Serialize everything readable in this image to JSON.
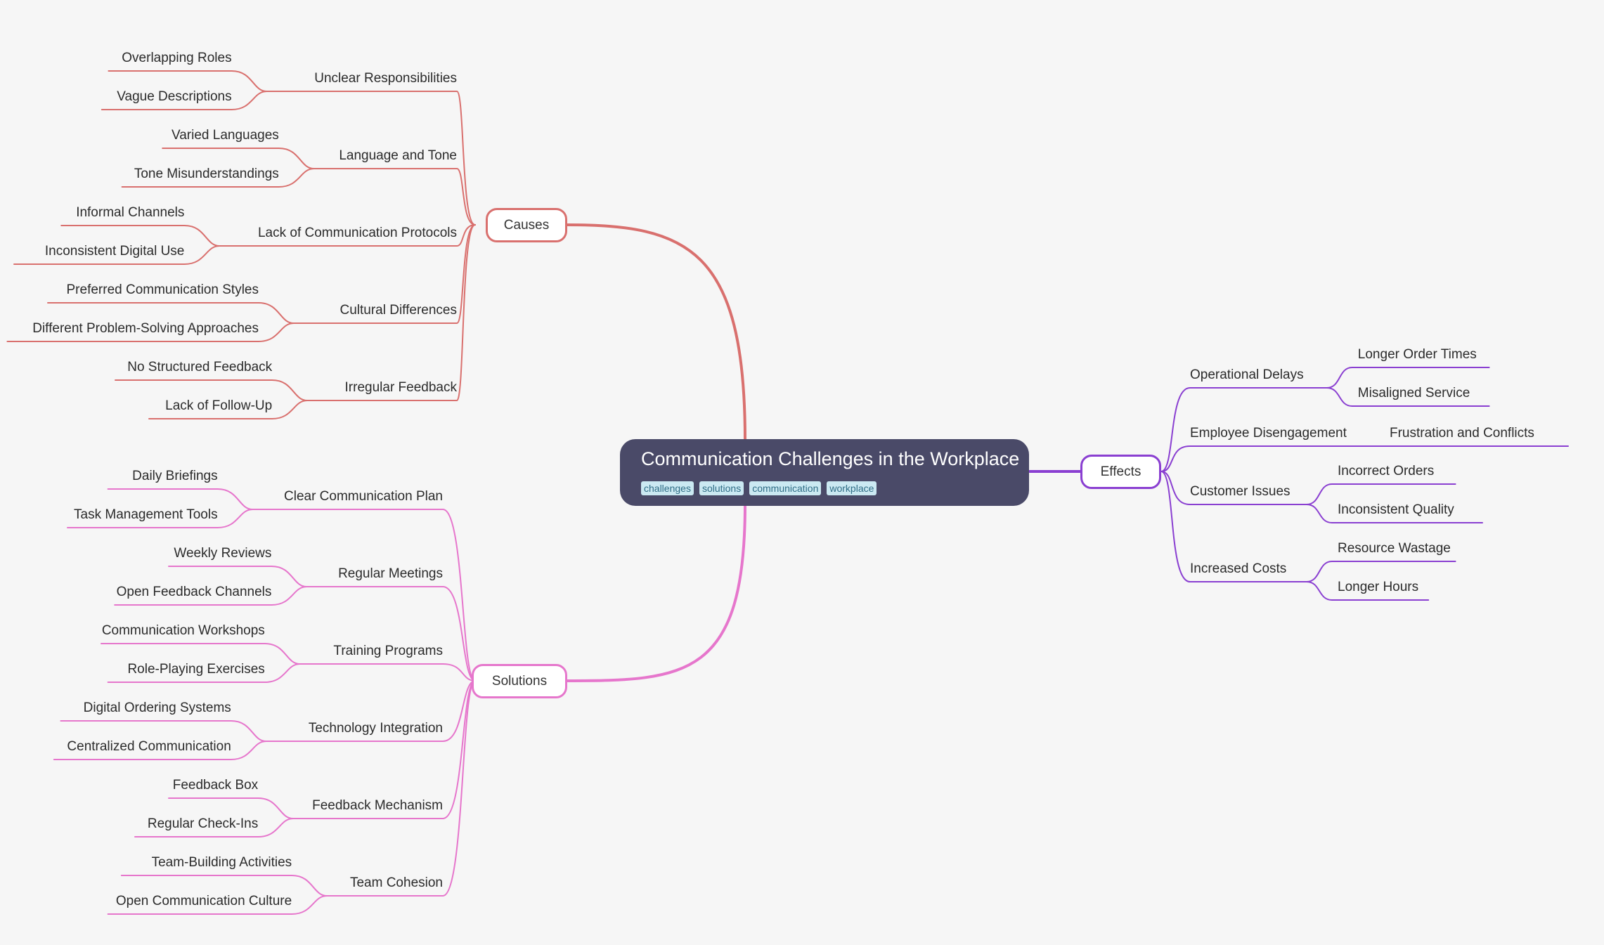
{
  "root": {
    "title": "Communication Challenges in the Workplace",
    "tags": [
      "challenges",
      "solutions",
      "communication",
      "workplace"
    ]
  },
  "branches": [
    {
      "label": "Causes",
      "color": "#d9706e",
      "children": [
        {
          "label": "Unclear Responsibilities",
          "children": [
            "Overlapping Roles",
            "Vague Descriptions"
          ]
        },
        {
          "label": "Language and Tone",
          "children": [
            "Varied Languages",
            "Tone Misunderstandings"
          ]
        },
        {
          "label": "Lack of Communication Protocols",
          "children": [
            "Informal Channels",
            "Inconsistent Digital Use"
          ]
        },
        {
          "label": "Cultural Differences",
          "children": [
            "Preferred Communication Styles",
            "Different Problem-Solving Approaches"
          ]
        },
        {
          "label": "Irregular Feedback",
          "children": [
            "No Structured Feedback",
            "Lack of Follow-Up"
          ]
        }
      ]
    },
    {
      "label": "Solutions",
      "color": "#e676cc",
      "children": [
        {
          "label": "Clear Communication Plan",
          "children": [
            "Daily Briefings",
            "Task Management Tools"
          ]
        },
        {
          "label": "Regular Meetings",
          "children": [
            "Weekly Reviews",
            "Open Feedback Channels"
          ]
        },
        {
          "label": "Training Programs",
          "children": [
            "Communication Workshops",
            "Role-Playing Exercises"
          ]
        },
        {
          "label": "Technology Integration",
          "children": [
            "Digital Ordering Systems",
            "Centralized Communication"
          ]
        },
        {
          "label": "Feedback Mechanism",
          "children": [
            "Feedback Box",
            "Regular Check-Ins"
          ]
        },
        {
          "label": "Team Cohesion",
          "children": [
            "Team-Building Activities",
            "Open Communication Culture"
          ]
        }
      ]
    },
    {
      "label": "Effects",
      "color": "#8a3fd1",
      "children": [
        {
          "label": "Operational Delays",
          "children": [
            "Longer Order Times",
            "Misaligned Service"
          ]
        },
        {
          "label": "Employee Disengagement",
          "children": [
            "Frustration and Conflicts"
          ]
        },
        {
          "label": "Customer Issues",
          "children": [
            "Incorrect Orders",
            "Inconsistent Quality"
          ]
        },
        {
          "label": "Increased Costs",
          "children": [
            "Resource Wastage",
            "Longer Hours"
          ]
        }
      ]
    }
  ]
}
